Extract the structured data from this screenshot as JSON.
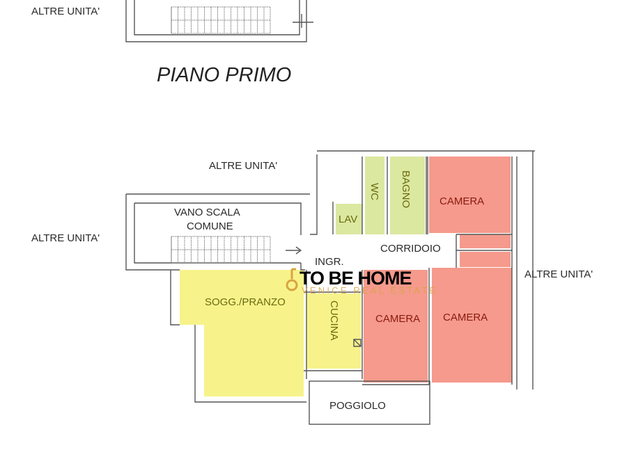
{
  "colors": {
    "living_zone": "#f7f38a",
    "service_zone": "#dbe8a0",
    "night_zone": "#f59a8c",
    "logo_text": "#000000",
    "logo_accent": "#d9a441"
  },
  "top_section": {
    "neighbor_label": "ALTRE UNITA'"
  },
  "floor_title": "PIANO PRIMO",
  "plan": {
    "neighbor_top": "ALTRE UNITA'",
    "neighbor_left": "ALTRE UNITA'",
    "neighbor_right": "ALTRE UNITA'",
    "stairwell": [
      "VANO SCALA",
      "COMUNE"
    ],
    "rooms": {
      "wc": "WC",
      "bagno": "BAGNO",
      "lav": "LAV",
      "camera_top": "CAMERA",
      "corridoio": "CORRIDOIO",
      "ingresso": "INGR.",
      "soggiorno": "SOGG./PRANZO",
      "cucina": "CUCINA",
      "camera_bottom_left": "CAMERA",
      "camera_bottom_right": "CAMERA",
      "poggiolo": "POGGIOLO"
    }
  },
  "watermark": {
    "name": "TO BE HOME",
    "tagline": "VENICE REAL ESTATE",
    "icon": "key-icon"
  }
}
